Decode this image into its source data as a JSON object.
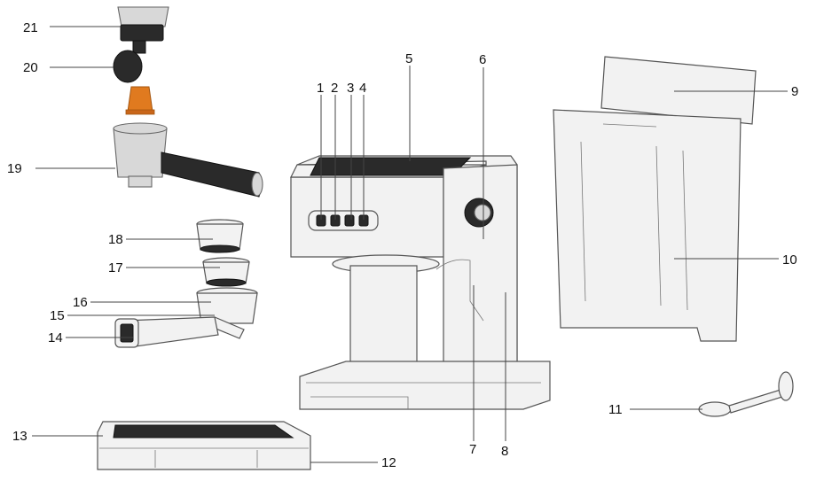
{
  "callouts": {
    "n1": "1",
    "n2": "2",
    "n3": "3",
    "n4": "4",
    "n5": "5",
    "n6": "6",
    "n7": "7",
    "n8": "8",
    "n9": "9",
    "n10": "10",
    "n11": "11",
    "n12": "12",
    "n13": "13",
    "n14": "14",
    "n15": "15",
    "n16": "16",
    "n17": "17",
    "n18": "18",
    "n19": "19",
    "n20": "20",
    "n21": "21"
  },
  "colors": {
    "line": "#555555",
    "accent_capsule": "#e07a1f",
    "dark_part": "#2a2a2a"
  }
}
